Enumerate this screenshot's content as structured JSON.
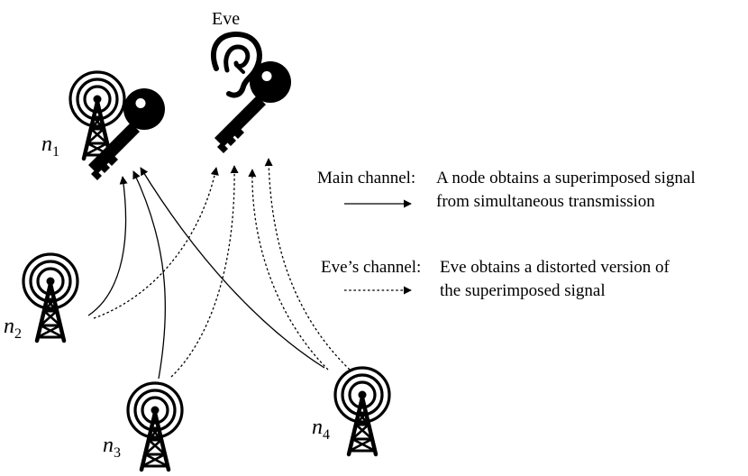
{
  "eve_label": "Eve",
  "nodes": [
    {
      "id": "n1",
      "letter": "n",
      "sub": "1"
    },
    {
      "id": "n2",
      "letter": "n",
      "sub": "2"
    },
    {
      "id": "n3",
      "letter": "n",
      "sub": "3"
    },
    {
      "id": "n4",
      "letter": "n",
      "sub": "4"
    }
  ],
  "legend": {
    "main": {
      "name": "Main channel:",
      "line1": "A node obtains a superimposed signal",
      "line2": "from simultaneous transmission"
    },
    "eve": {
      "name": "Eve’s channel:",
      "line1": "Eve obtains a distorted version of",
      "line2": "the superimposed signal"
    }
  },
  "icons": {
    "tower": "radio-tower-icon",
    "key": "key-icon",
    "ear": "ear-icon"
  }
}
